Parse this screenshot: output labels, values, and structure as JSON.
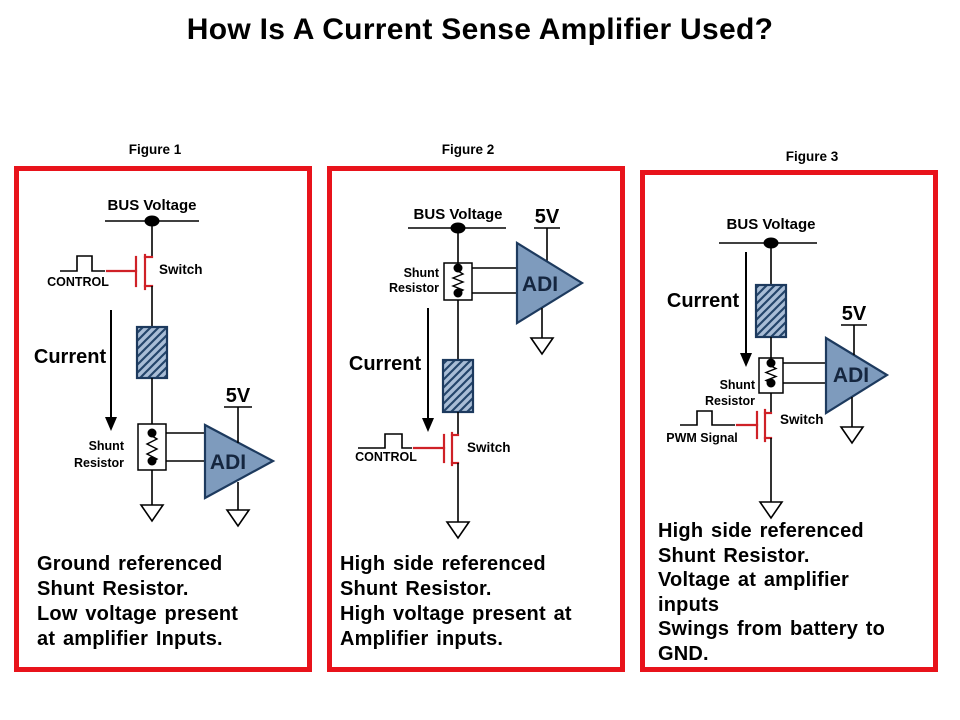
{
  "title": "How Is A Current Sense Amplifier Used?",
  "colors": {
    "panel_border_red": "#e8131b",
    "mosfet_red": "#cf2127",
    "amplifier_fill": "#7e9bbd",
    "amplifier_outline": "#1d3a5e",
    "load_resistor_fill": "#a9bdd6",
    "load_resistor_hatch": "#24456b",
    "adi_text": "#15263f",
    "wire": "#000000"
  },
  "figures": [
    {
      "label": "Figure 1",
      "labels": {
        "bus": "BUS Voltage",
        "control": "CONTROL",
        "switch": "Switch",
        "current": "Current",
        "shunt1": "Shunt",
        "shunt2": "Resistor",
        "supply": "5V",
        "amp": "ADI"
      },
      "caption": "Ground referenced\nShunt Resistor.\nLow voltage present\nat amplifier Inputs."
    },
    {
      "label": "Figure 2",
      "labels": {
        "bus": "BUS Voltage",
        "control": "CONTROL",
        "switch": "Switch",
        "current": "Current",
        "shunt1": "Shunt",
        "shunt2": "Resistor",
        "supply": "5V",
        "amp": "ADI"
      },
      "caption": "High side referenced\nShunt Resistor.\nHigh voltage present at\nAmplifier inputs."
    },
    {
      "label": "Figure 3",
      "labels": {
        "bus": "BUS Voltage",
        "pwm": "PWM Signal",
        "switch": "Switch",
        "current": "Current",
        "shunt1": "Shunt",
        "shunt2": "Resistor",
        "supply": "5V",
        "amp": "ADI"
      },
      "caption": "High side referenced\nShunt Resistor.\nVoltage at amplifier\ninputs\nSwings from battery to\nGND."
    }
  ]
}
